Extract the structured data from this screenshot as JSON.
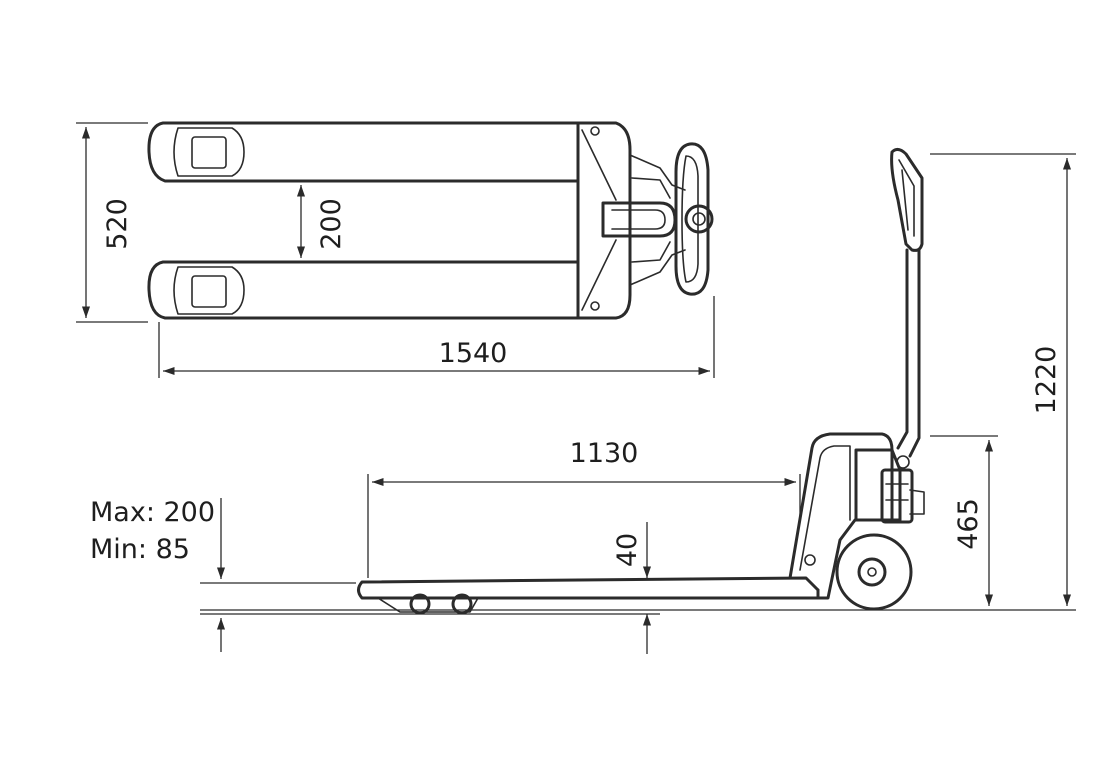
{
  "dimensions": {
    "overall_width": "520",
    "fork_gap": "200",
    "overall_length": "1540",
    "fork_length": "1130",
    "handle_height": "1220",
    "chassis_height": "465",
    "fork_thickness": "40",
    "lift_max": "Max: 200",
    "lift_min": "Min: 85"
  },
  "colors": {
    "ink": "#2b2b2b",
    "paper": "#ffffff"
  }
}
